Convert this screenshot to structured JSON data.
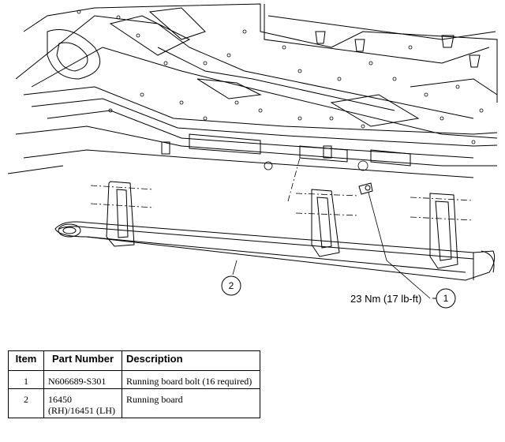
{
  "diagram": {
    "callout_1": "1",
    "callout_2": "2",
    "torque_label": "23 Nm (17 lb-ft)"
  },
  "table": {
    "headers": [
      "Item",
      "Part Number",
      "Description"
    ],
    "rows": [
      {
        "item": "1",
        "part_number": "N606689-S301",
        "description": "Running board bolt (16 required)"
      },
      {
        "item": "2",
        "part_number": "16450 (RH)/16451 (LH)",
        "description": "Running board"
      }
    ]
  }
}
